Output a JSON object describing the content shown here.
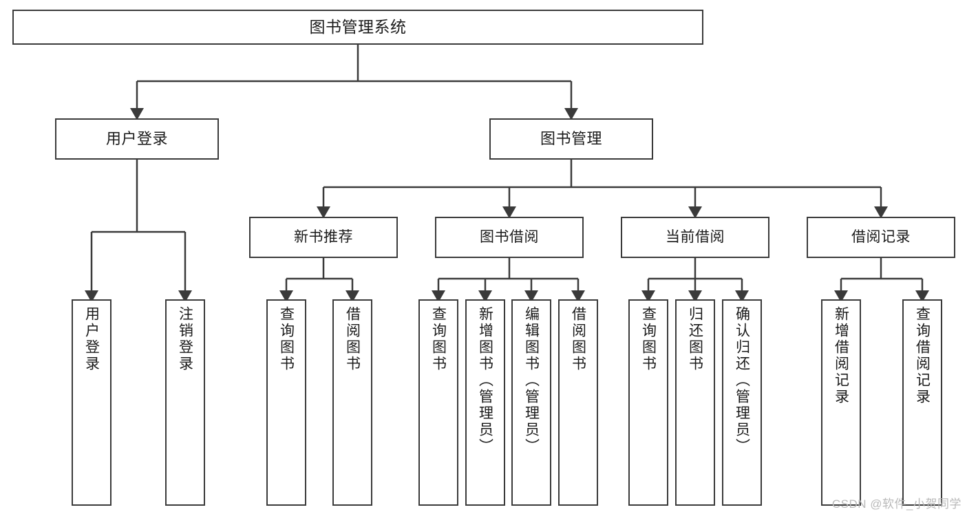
{
  "diagram": {
    "title": "图书管理系统",
    "type": "tree-hierarchy-chart",
    "colors": {
      "box_border": "#3a3a3a",
      "box_fill": "#ffffff",
      "connector": "#3a3a3a",
      "text": "#1a1a1a",
      "watermark": "#b9b9b9"
    },
    "root": {
      "label": "图书管理系统"
    },
    "level1": [
      {
        "label": "用户登录"
      },
      {
        "label": "图书管理"
      }
    ],
    "level2": [
      {
        "label": "新书推荐"
      },
      {
        "label": "图书借阅"
      },
      {
        "label": "当前借阅"
      },
      {
        "label": "借阅记录"
      }
    ],
    "leaves": {
      "user_login": [
        {
          "label": "用户登录"
        },
        {
          "label": "注销登录"
        }
      ],
      "new_book_recommend": [
        {
          "label": "查询图书"
        },
        {
          "label": "借阅图书"
        }
      ],
      "book_borrow": [
        {
          "label": "查询图书"
        },
        {
          "label": "新增图书（管理员）"
        },
        {
          "label": "编辑图书（管理员）"
        },
        {
          "label": "借阅图书"
        }
      ],
      "current_borrow": [
        {
          "label": "查询图书"
        },
        {
          "label": "归还图书"
        },
        {
          "label": "确认归还（管理员）"
        }
      ],
      "borrow_record": [
        {
          "label": "新增借阅记录"
        },
        {
          "label": "查询借阅记录"
        }
      ]
    }
  },
  "watermark": {
    "text": "CSDN @软件_小贺同学"
  }
}
